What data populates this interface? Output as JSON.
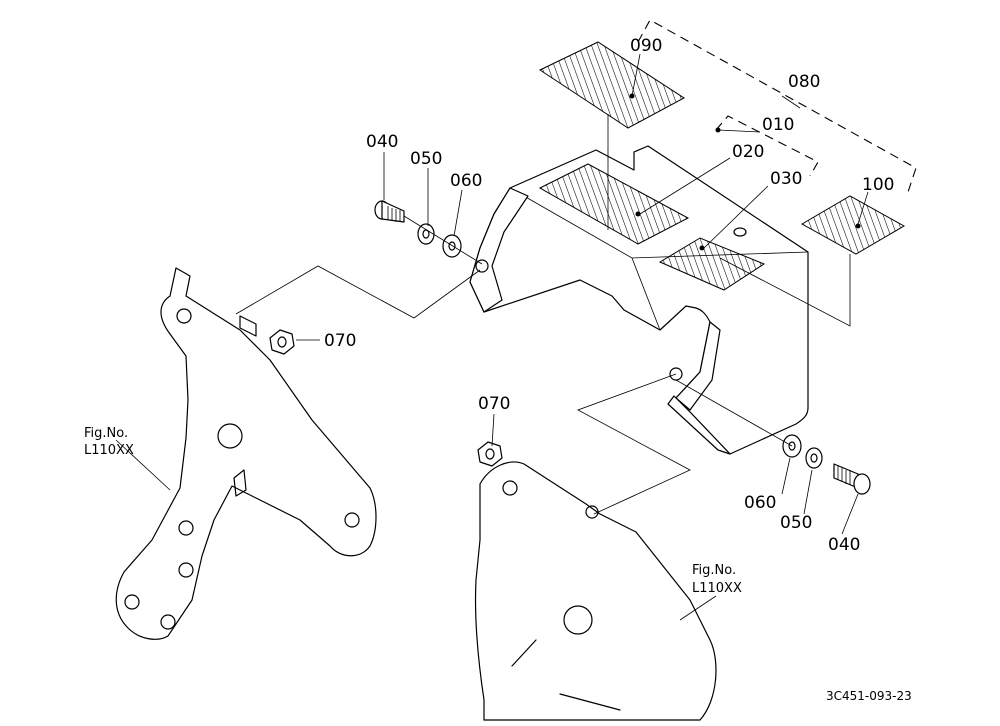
{
  "callouts": {
    "c010": "010",
    "c020": "020",
    "c030": "030",
    "c040_top": "040",
    "c040_bottom": "040",
    "c050_top": "050",
    "c050_bottom": "050",
    "c060_top": "060",
    "c060_bottom": "060",
    "c070_left": "070",
    "c070_mid": "070",
    "c080": "080",
    "c090": "090",
    "c100": "100"
  },
  "figure_refs": {
    "left": {
      "line1": "Fig.No.",
      "line2": "L110XX"
    },
    "right": {
      "line1": "Fig.No.",
      "line2": "L110XX"
    }
  },
  "drawing_code": "3C451-093-23"
}
